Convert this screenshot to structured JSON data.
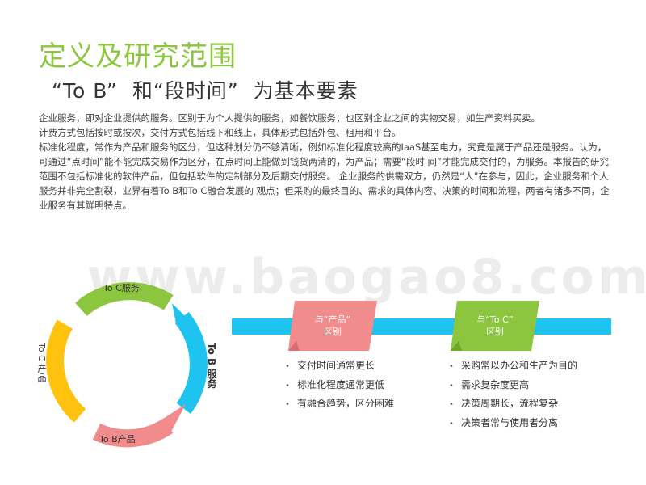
{
  "header": {
    "title": "定义及研究范围",
    "subtitle": "“To B”  和“段时间”  为基本要素"
  },
  "body": {
    "paragraphs": [
      "企业服务，即对企业提供的服务。区别于为个人提供的服务，如餐饮服务；也区别企业之间的实物交易，如生产资料买卖。",
      "计费方式包括按时或按次，交付方式包括线下和线上，具体形式包括外包、租用和平台。",
      "标准化程度，常作为产品和服务的区分，但这种划分仍不够清晰，例如标准化程度较高的IaaS甚至电力，究竟是属于产品还是服务。认为，可通过“点时间”能不能完成交易作为区分，在点时间上能做到钱货两清的，为产品；需要“段时 间”才能完成交付的，为服务。本报告的研究范围不包括标准化的软件产品，但包括软件的定制部分及后期交付服务。  企业服务的供需双方，仍然是“人”在参与，因此，企业服务和个人服务并非完全割裂，业界有着To B和To C融合发展的 观点；但采购的最终目的、需求的具体内容、决策的时间和流程，两者有诸多不同，企业服务有其鲜明特点。"
    ]
  },
  "watermark": "www.baogao8.com",
  "ring": {
    "top_label": "To C服务",
    "bottom_label": "To B产品",
    "left_label": "To C 产品",
    "right_label": "To B 服务",
    "colors": {
      "top": "#8cc63f",
      "right": "#1ec4ef",
      "bottom": "#f28b8b",
      "left": "#ffc20e"
    }
  },
  "comparison": {
    "bar_color": "#1ec4ef",
    "left": {
      "line1": "与“产品”",
      "line2": "区别",
      "color": "#f28b8b",
      "items": [
        "交付时间通常更长",
        "标准化程度通常更低",
        "有融合趋势，区分困难"
      ]
    },
    "right": {
      "line1": "与“To C”",
      "line2": "区别",
      "color": "#8cc63f",
      "items": [
        "采购常以办公和生产为目的",
        "需求复杂度更高",
        "决策周期长，流程复杂",
        "决策者常与使用者分离"
      ]
    }
  }
}
